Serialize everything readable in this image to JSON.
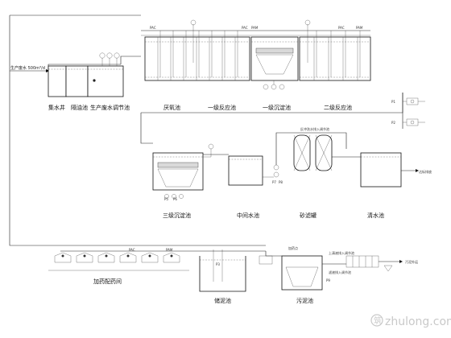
{
  "flow_label": "生产废水 500m³/d",
  "units": [
    {
      "id": "collection-well",
      "label": "集水井"
    },
    {
      "id": "grease-trap",
      "label": "隔油池"
    },
    {
      "id": "equalization-tank",
      "label": "生产废水调节池"
    },
    {
      "id": "anaerobic-tank",
      "label": "厌氧池"
    },
    {
      "id": "primary-aerobic-tank",
      "label": "一级反应池"
    },
    {
      "id": "primary-settling",
      "label": "一级沉淀池"
    },
    {
      "id": "secondary-aerobic-tank",
      "label": "二级反应池"
    },
    {
      "id": "tertiary-settling",
      "label": "三级沉淀池"
    },
    {
      "id": "intermediate-tank",
      "label": "中间水池"
    },
    {
      "id": "sand-filter",
      "label": "砂滤罐"
    },
    {
      "id": "clean-water-tank",
      "label": "清水池"
    },
    {
      "id": "dosing-room",
      "label": "加药配药间"
    },
    {
      "id": "sludge-tank",
      "label": "储泥池"
    },
    {
      "id": "thickener",
      "label": "污泥池"
    }
  ],
  "chemical_tags": [
    "PAC",
    "PAM",
    "PAC",
    "PAM",
    "PAC",
    "PAM"
  ],
  "small_labels": {
    "pump_p1": "P1",
    "pump_p2": "P2",
    "pump_p3": "P3",
    "pump_p5": "P5",
    "pump_p6": "P6",
    "pump_p7": "P7",
    "pump_p8": "P8",
    "pump_p9": "P9",
    "sludge_to_plant": "污泥外运",
    "backwash_note": "反冲洗水排入调节池",
    "discharge": "达标排放",
    "supernatant": "上清液排入调节池",
    "filtrate": "滤液排入调节池",
    "dosing_note": "加药点"
  },
  "watermark": {
    "brand": "zhulong.com"
  }
}
